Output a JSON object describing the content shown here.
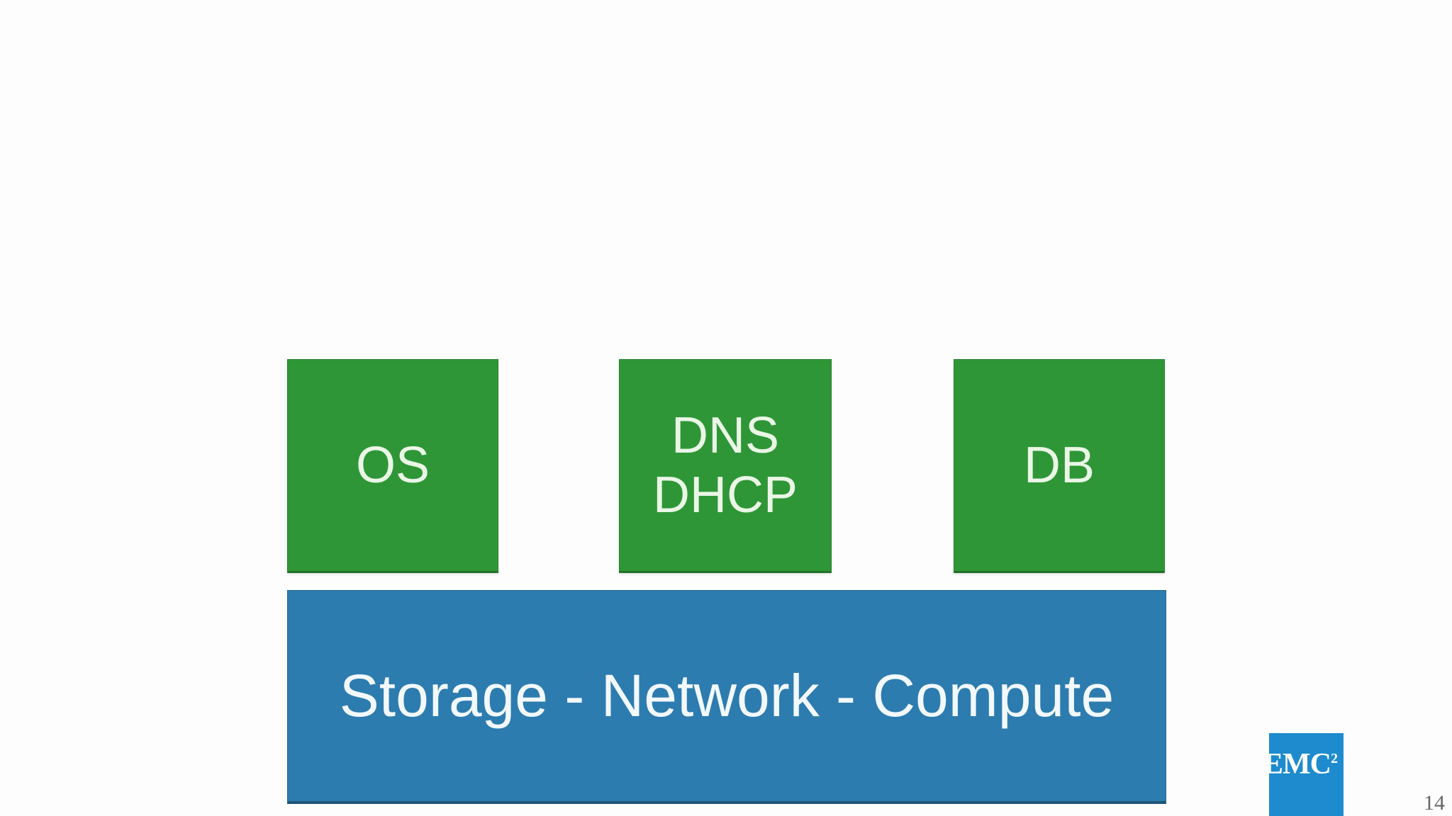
{
  "page_number": "14",
  "boxes": [
    {
      "id": "os",
      "lines": [
        "OS"
      ]
    },
    {
      "id": "dns-dhcp",
      "lines": [
        "DNS",
        "DHCP"
      ]
    },
    {
      "id": "db",
      "lines": [
        "DB"
      ]
    }
  ],
  "base_bar": {
    "label": "Storage - Network - Compute"
  },
  "logo": {
    "text": "EMC",
    "superscript": "2"
  },
  "colors": {
    "background": "#fdfdfe",
    "box_green": "#2f9637",
    "bar_blue": "#2d7caf",
    "logo_blue": "#1e8bce",
    "text_on_green": "#eaf6e6",
    "text_on_blue": "#f2f8fc",
    "page_number_gray": "#67676b"
  }
}
